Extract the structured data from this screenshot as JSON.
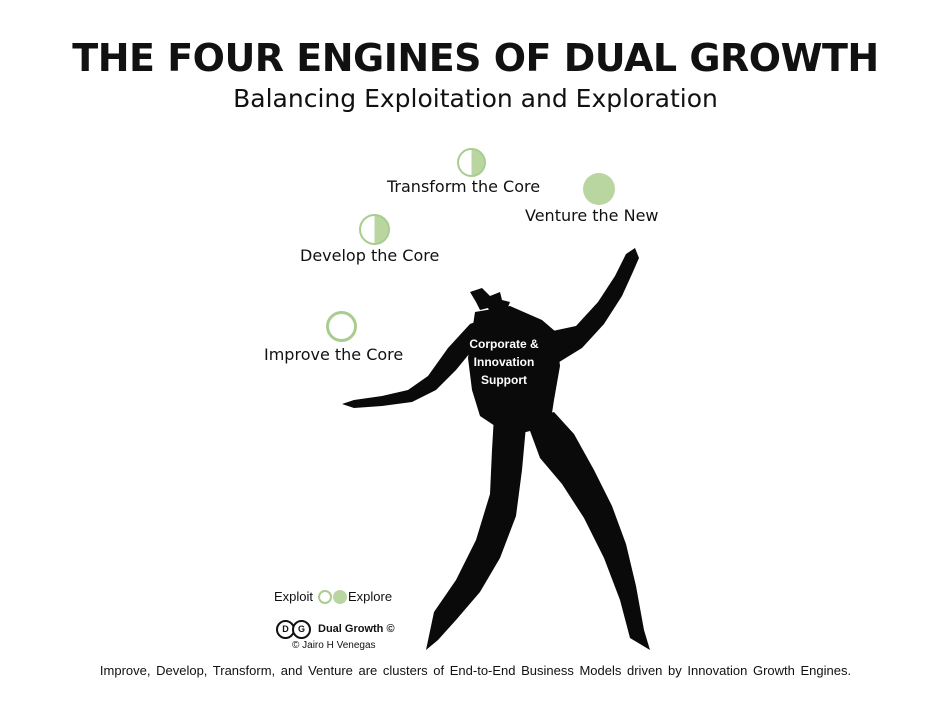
{
  "title": "THE FOUR ENGINES OF DUAL GROWTH",
  "subtitle": "Balancing Exploitation and Exploration",
  "engines": [
    {
      "label": "Transform the Core",
      "fill": "half",
      "fill_fraction": 0.5
    },
    {
      "label": "Venture the New",
      "fill": "full",
      "fill_fraction": 1.0
    },
    {
      "label": "Develop the Core",
      "fill": "half",
      "fill_fraction": 0.5
    },
    {
      "label": "Improve the Core",
      "fill": "ring",
      "fill_fraction": 0.0
    }
  ],
  "figure": {
    "label_line1": "Corporate &",
    "label_line2": "Innovation",
    "label_line3": "Support"
  },
  "legend": {
    "exploit": "Exploit",
    "explore": "Explore"
  },
  "brand": {
    "mark_left": "D",
    "mark_right": "G",
    "name": "Dual Growth ©",
    "author": "© Jairo H Venegas"
  },
  "footer": "Improve, Develop, Transform, and Venture are clusters of End-to-End Business Models driven by Innovation Growth Engines.",
  "colors": {
    "accent_green": "#b9d6a1",
    "ring_green": "#a9cc8f",
    "figure": "#0a0a0a",
    "text": "#111111"
  }
}
